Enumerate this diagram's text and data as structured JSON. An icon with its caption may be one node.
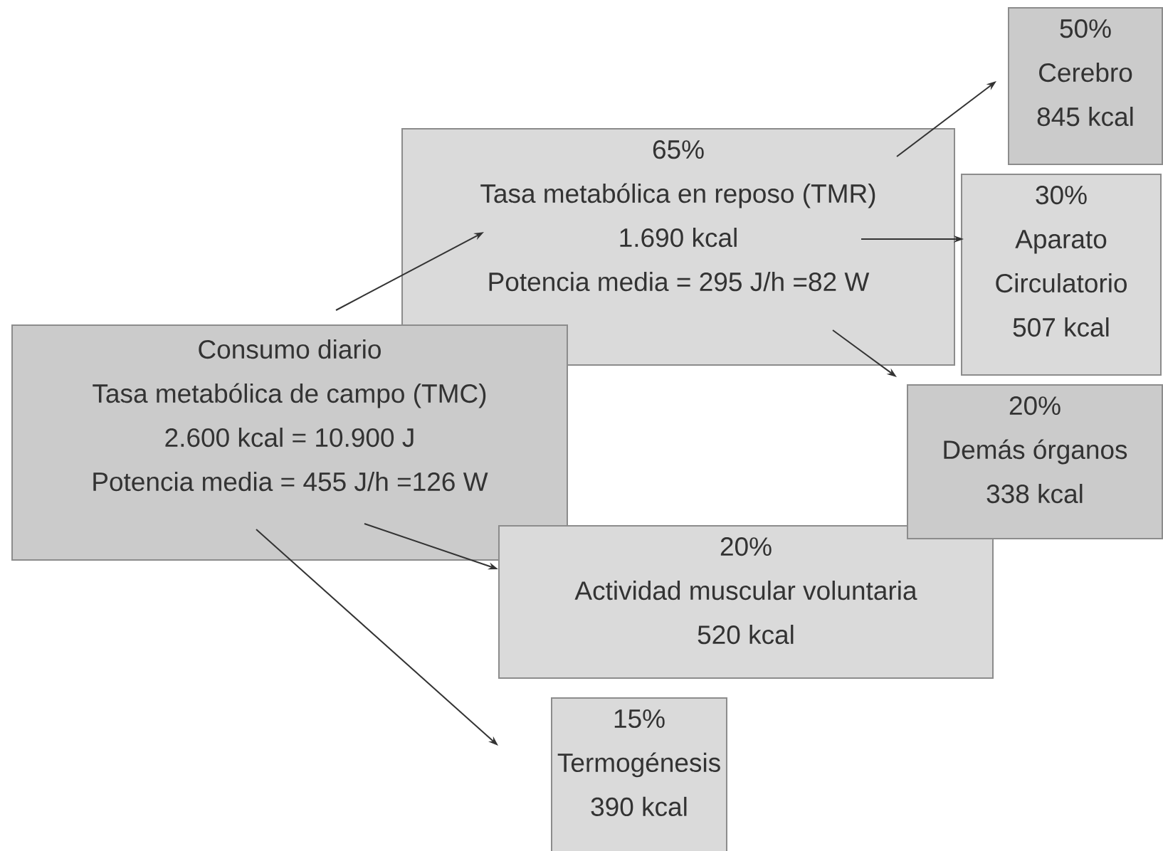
{
  "diagram": {
    "nodes": [
      {
        "text": [
          "Consumo diario",
          "Tasa metabólica de campo (TMC)",
          "2.600 kcal = 10.900 J",
          "Potencia media = 455 J/h =126 W"
        ]
      },
      {
        "text": [
          "65%",
          "Tasa metabólica en reposo (TMR)",
          "1.690  kcal",
          "Potencia media = 295 J/h =82 W"
        ]
      },
      {
        "text": [
          "50%",
          "Cerebro",
          "845 kcal"
        ]
      },
      {
        "text": [
          "30%",
          "Aparato Circulatorio",
          "507 kcal"
        ]
      },
      {
        "text": [
          "20%",
          "Demás órganos",
          "338 kcal"
        ]
      },
      {
        "text": [
          "20%",
          "Actividad muscular voluntaria",
          "520 kcal"
        ]
      },
      {
        "text": [
          "15%",
          "Termogénesis",
          "390 kcal"
        ]
      }
    ],
    "edges": [
      {
        "from": 0,
        "to": 1,
        "arrow": "to"
      },
      {
        "from": 1,
        "to": 2,
        "arrow": "to"
      },
      {
        "from": 1,
        "to": 3,
        "arrow": "to"
      },
      {
        "from": 1,
        "to": 4,
        "arrow": "to"
      },
      {
        "from": 0,
        "to": 5,
        "arrow": "to"
      },
      {
        "from": 0,
        "to": 6,
        "arrow": "to"
      }
    ]
  }
}
